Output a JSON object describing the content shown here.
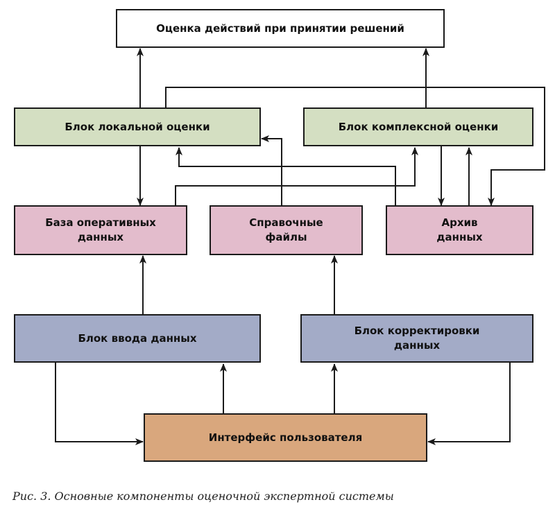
{
  "colors": {
    "top": "#ffffff",
    "green": "#d4dfc2",
    "pink": "#e3bccc",
    "blue": "#a3abc7",
    "orange": "#d9a77d",
    "line": "#1a1a1a"
  },
  "nodes": {
    "evaluation": "Оценка действий при принятии решений",
    "local_block": "Блок локальной оценки",
    "complex_block": "Блок комплексной оценки",
    "operational_db": "База оперативных\nданных",
    "reference_files": "Справочные\nфайлы",
    "data_archive": "Архив\nданных",
    "input_block": "Блок ввода данных",
    "correction_block": "Блок корректировки\nданных",
    "user_interface": "Интерфейс пользователя"
  },
  "caption": "Рис. 3. Основные компоненты оценочной экспертной системы"
}
